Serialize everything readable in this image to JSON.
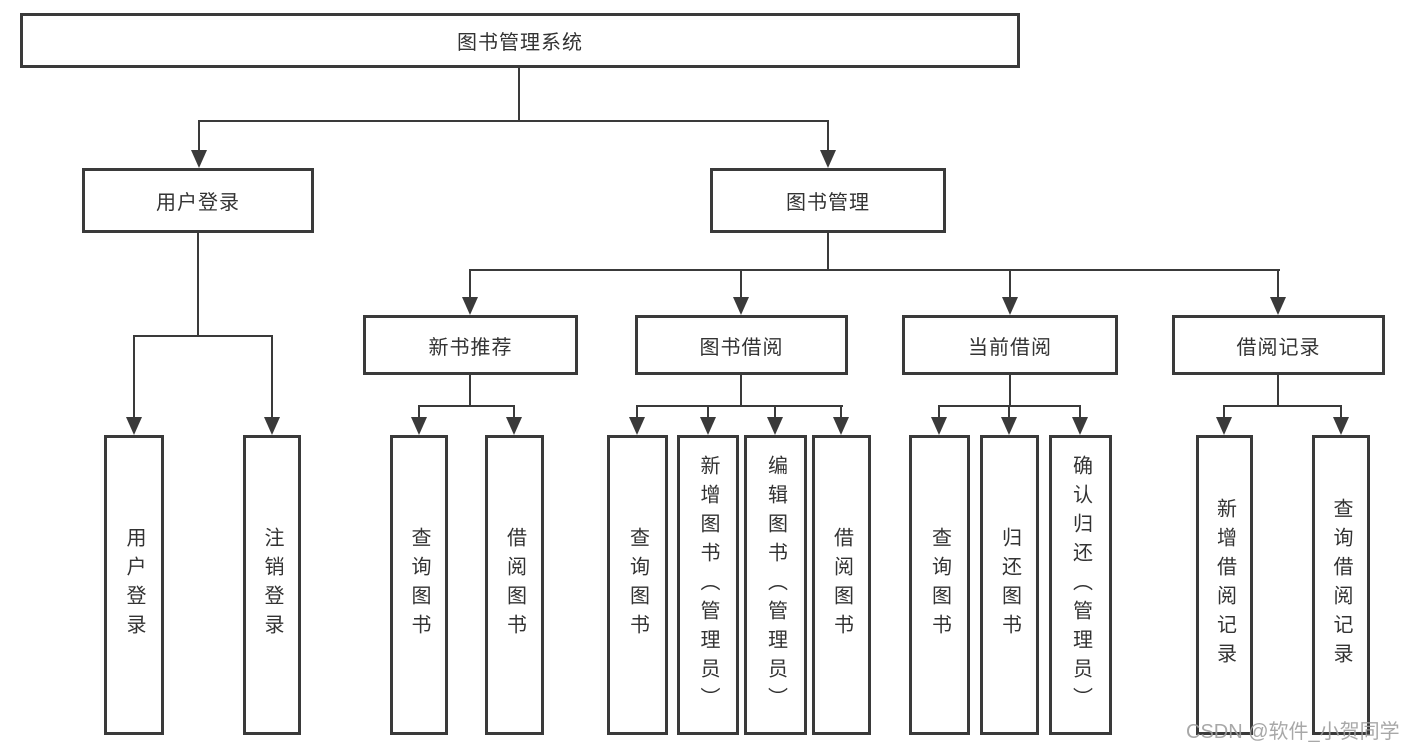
{
  "tree": {
    "root": {
      "label": "图书管理系统"
    },
    "branches": [
      {
        "label": "用户登录",
        "children": [
          {
            "label": "用户登录"
          },
          {
            "label": "注销登录"
          }
        ]
      },
      {
        "label": "图书管理",
        "children": [
          {
            "label": "新书推荐",
            "children": [
              {
                "label": "查询图书"
              },
              {
                "label": "借阅图书"
              }
            ]
          },
          {
            "label": "图书借阅",
            "children": [
              {
                "label": "查询图书"
              },
              {
                "label": "新增图书（管理员）"
              },
              {
                "label": "编辑图书（管理员）"
              },
              {
                "label": "借阅图书"
              }
            ]
          },
          {
            "label": "当前借阅",
            "children": [
              {
                "label": "查询图书"
              },
              {
                "label": "归还图书"
              },
              {
                "label": "确认归还（管理员）"
              }
            ]
          },
          {
            "label": "借阅记录",
            "children": [
              {
                "label": "新增借阅记录"
              },
              {
                "label": "查询借阅记录"
              }
            ]
          }
        ]
      }
    ]
  },
  "watermark": {
    "text": "CSDN @软件_小贺同学"
  },
  "colors": {
    "line": "#3a3a3a",
    "text": "#333333",
    "box_fill": "#ffffff",
    "background": "#ffffff",
    "watermark": "#9e9e9e"
  }
}
